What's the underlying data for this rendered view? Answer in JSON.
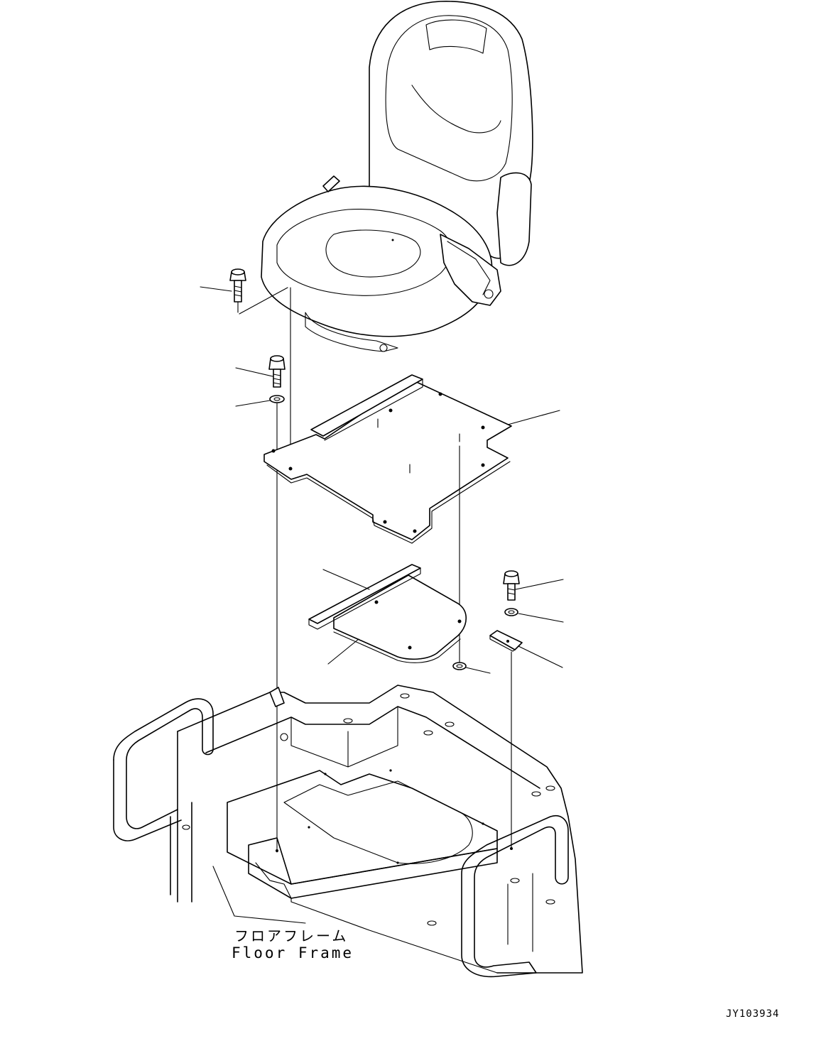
{
  "callouts": {
    "floor_frame_jp": "フロアフレーム",
    "floor_frame_en": "Floor Frame"
  },
  "drawing_code": "JY103934",
  "icons": [
    "seat-icon",
    "mounting-plate-icon",
    "bolt-icon",
    "washer-icon",
    "bracket-icon",
    "floor-frame-icon"
  ]
}
